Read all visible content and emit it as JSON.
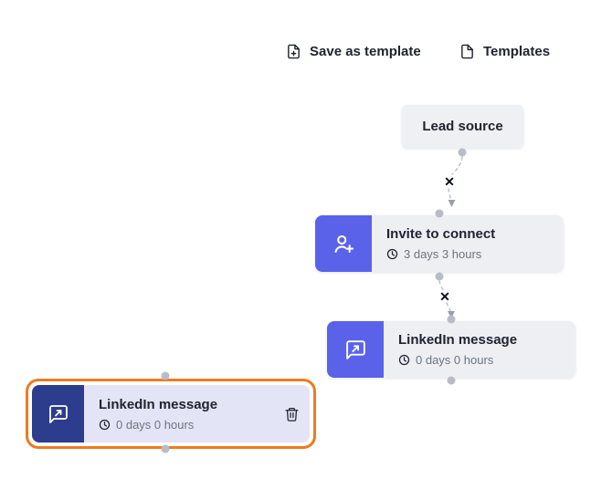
{
  "toolbar": {
    "save_as_template_label": "Save as template",
    "templates_label": "Templates"
  },
  "flow": {
    "lead_source": {
      "title": "Lead source"
    },
    "invite_to_connect": {
      "title": "Invite to connect",
      "delay": "3 days 3 hours"
    },
    "linkedin_message": {
      "title": "LinkedIn message",
      "delay": "0 days 0 hours"
    },
    "linkedin_message_selected": {
      "title": "LinkedIn message",
      "delay": "0 days 0 hours"
    }
  },
  "connector": {
    "remove_symbol": "✕"
  },
  "icons": {
    "save_as_template": "file-plus-icon",
    "templates": "file-icon",
    "invite_to_connect": "person-add-icon",
    "linkedin_message": "chat-send-icon",
    "delay": "clock-icon",
    "delete_node": "trash-icon"
  },
  "colors": {
    "node_background": "#edeff3",
    "selected_node_background": "#e3e5f6",
    "step_icon_blue": "#5a62e9",
    "selected_icon_navy": "#2c3d8e",
    "selection_highlight": "#ee7c1f",
    "title_text": "#20242f",
    "delay_text": "#6e7480",
    "connector_gray": "#c2c6ce"
  }
}
